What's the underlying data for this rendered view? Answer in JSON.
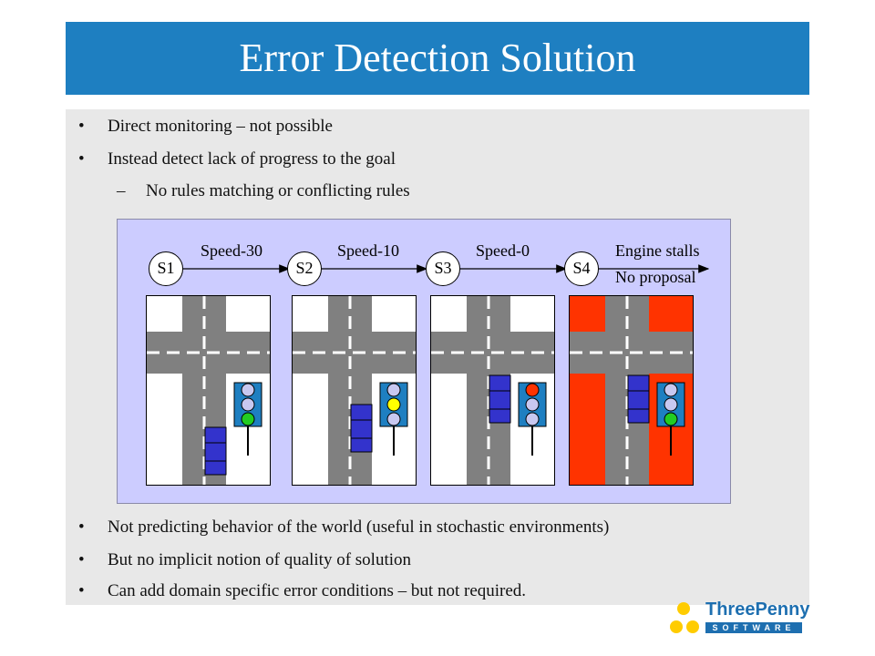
{
  "slide": {
    "title": "Error Detection Solution",
    "bullets": [
      {
        "marker": "•",
        "text": "Direct monitoring – not possible"
      },
      {
        "marker": "•",
        "text": "Instead detect lack of progress to the goal"
      },
      {
        "marker": "–",
        "text": "No rules matching or conflicting rules"
      },
      {
        "marker": "•",
        "text": "Not predicting behavior of the world (useful in stochastic environments)"
      },
      {
        "marker": "•",
        "text": "But no implicit notion of quality of solution"
      },
      {
        "marker": "•",
        "text": "Can add domain specific error conditions – but not required."
      }
    ]
  },
  "diagram": {
    "states": [
      "S1",
      "S2",
      "S3",
      "S4"
    ],
    "transitions": [
      "Speed-30",
      "Speed-10",
      "Speed-0"
    ],
    "final_label_1": "Engine stalls",
    "final_label_2": "No proposal",
    "colors": {
      "road": "#808080",
      "car": "#3333cc",
      "light_off": "#c8c8f0",
      "light_green": "#22cc22",
      "light_yellow": "#ffff00",
      "light_red": "#ff3300",
      "stall_block": "#ff3300",
      "light_housing": "#1e7fc1"
    }
  },
  "logo": {
    "name": "ThreePenny",
    "tagline": "SOFTWARE",
    "dot_color": "#ffcc00",
    "name_color": "#1e6fb0"
  }
}
